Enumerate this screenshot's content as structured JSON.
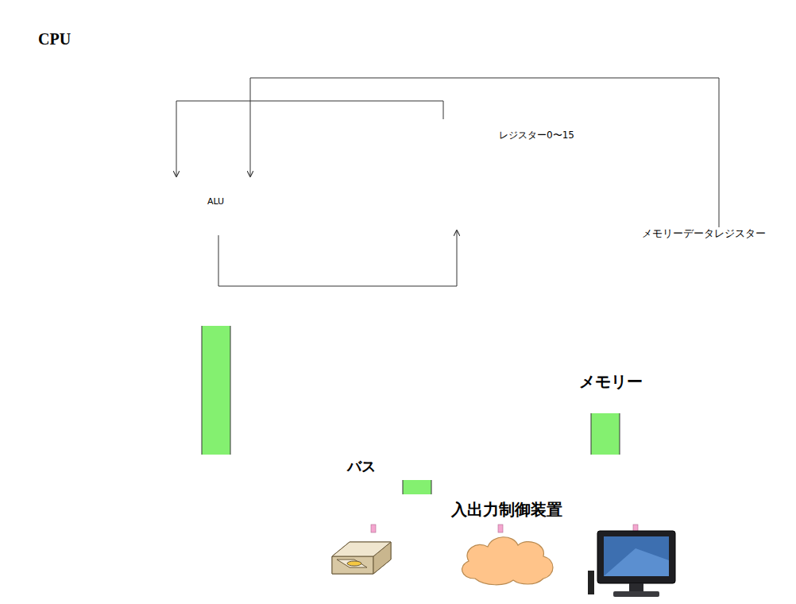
{
  "diagram": {
    "nodes": [
      {
        "text": [
          "CPU"
        ]
      },
      {
        "text": [
          "ALU"
        ],
        "in": 0
      },
      {
        "text": [
          "レジスター0〜15"
        ],
        "in": 0
      },
      {
        "text": [
          "メモリーデータレジスター"
        ],
        "in": 0
      },
      {
        "text": [
          "メモリー"
        ]
      },
      {
        "text": [
          "バス"
        ]
      },
      {
        "text": [
          "入出力制御装置"
        ]
      }
    ],
    "edges": [
      {
        "from": 1,
        "to": 2,
        "arrow": "to"
      },
      {
        "from": 2,
        "to": 1,
        "arrow": "to"
      },
      {
        "from": 3,
        "to": 1,
        "arrow": "to"
      },
      {
        "from": 0,
        "to": 5,
        "arrow": "none"
      },
      {
        "from": 4,
        "to": 5,
        "arrow": "none"
      },
      {
        "from": 5,
        "to": 6,
        "arrow": "none"
      }
    ]
  }
}
